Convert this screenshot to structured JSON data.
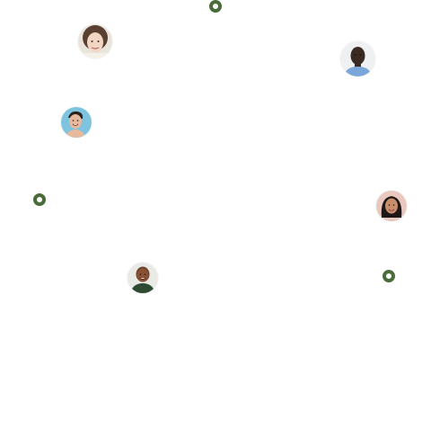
{
  "colors": {
    "background": "#ffffff",
    "marker": "#4a6b3a"
  },
  "avatars": [
    {
      "name": "avatar-curly-hair-woman"
    },
    {
      "name": "avatar-man-blue-shirt"
    },
    {
      "name": "avatar-smiling-man"
    },
    {
      "name": "avatar-woman-dark-hair"
    },
    {
      "name": "avatar-smiling-woman-green-top"
    }
  ],
  "markers": [
    {
      "name": "marker-top"
    },
    {
      "name": "marker-left"
    },
    {
      "name": "marker-right"
    }
  ]
}
